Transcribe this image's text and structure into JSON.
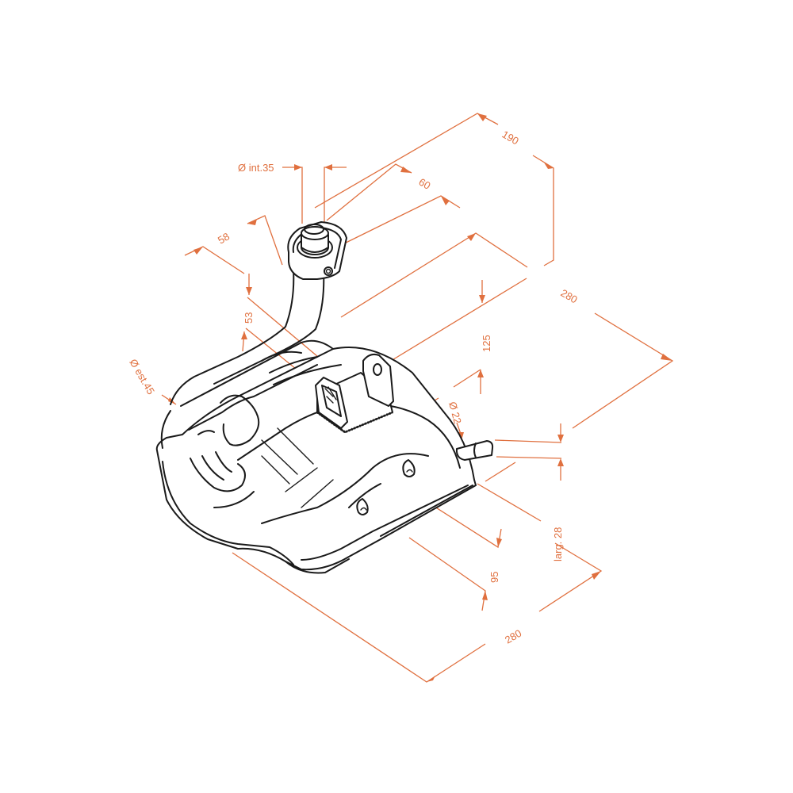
{
  "diagram": {
    "subject": "Exhaust muffler technical dimension drawing",
    "colors": {
      "dimension_lines": "#e0703f",
      "part_outline": "#1a1a1a",
      "background": "#ffffff"
    },
    "dimensions": {
      "inlet_internal_diameter": "Ø int.35",
      "overall_depth_190": "190",
      "flange_offset_60": "60",
      "pipe_offset_58": "58",
      "body_length_top_280": "280",
      "pipe_height_53": "53",
      "body_height_125": "125",
      "pipe_external_diameter": "Ø est.45",
      "tailpipe_diameter": "Ø 22",
      "tailpipe_width": "larg. 28",
      "body_depth_95": "95",
      "body_length_bottom_280": "280"
    }
  }
}
